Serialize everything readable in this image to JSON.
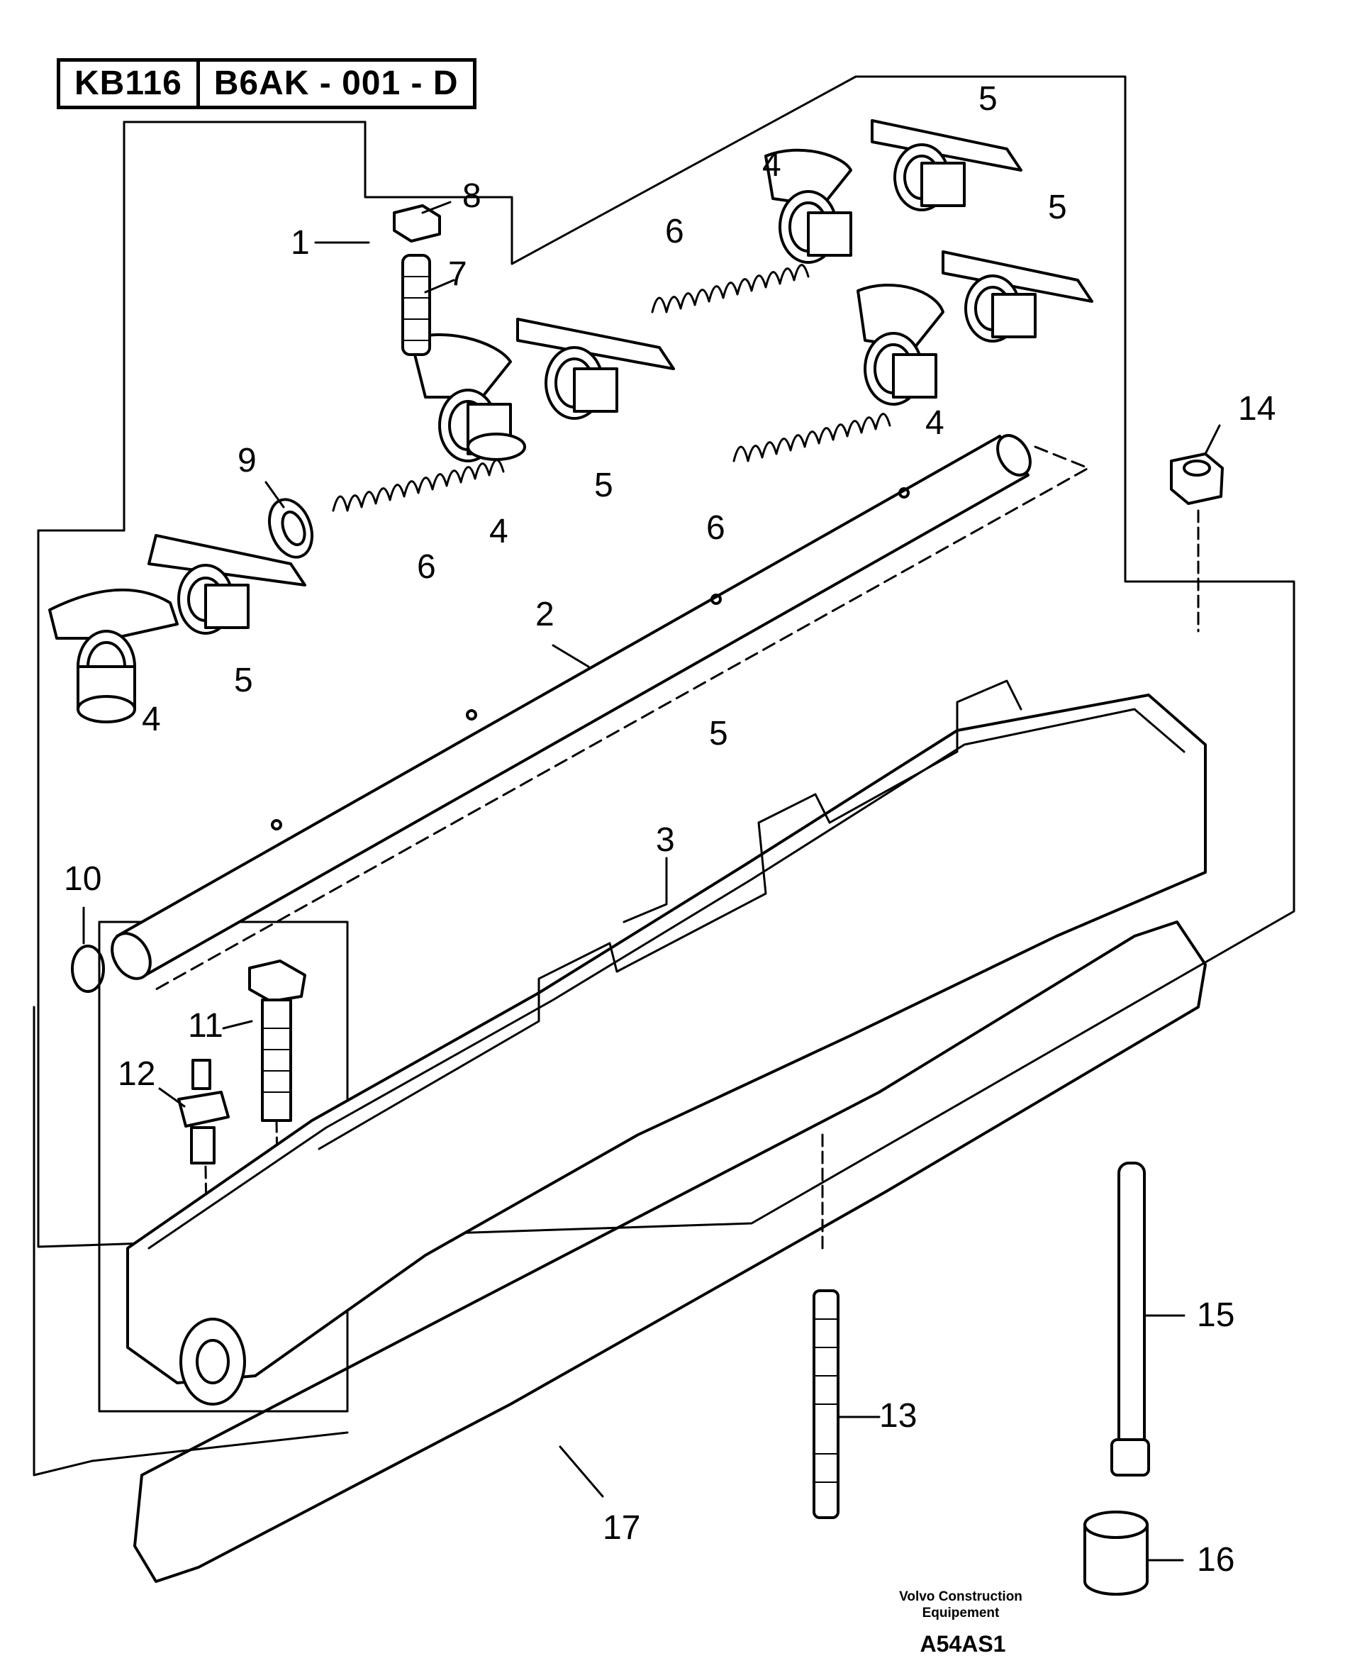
{
  "header": {
    "code": "KB116",
    "figure": "B6AK - 001 - D"
  },
  "callouts": [
    "1",
    "2",
    "3",
    "4",
    "4",
    "4",
    "4",
    "5",
    "5",
    "5",
    "5",
    "5",
    "6",
    "6",
    "6",
    "7",
    "8",
    "9",
    "10",
    "11",
    "12",
    "13",
    "14",
    "15",
    "16",
    "17"
  ],
  "footer": {
    "company_line1": "Volvo Construction",
    "company_line2": "Equipement",
    "drawing_code": "A54AS1"
  }
}
